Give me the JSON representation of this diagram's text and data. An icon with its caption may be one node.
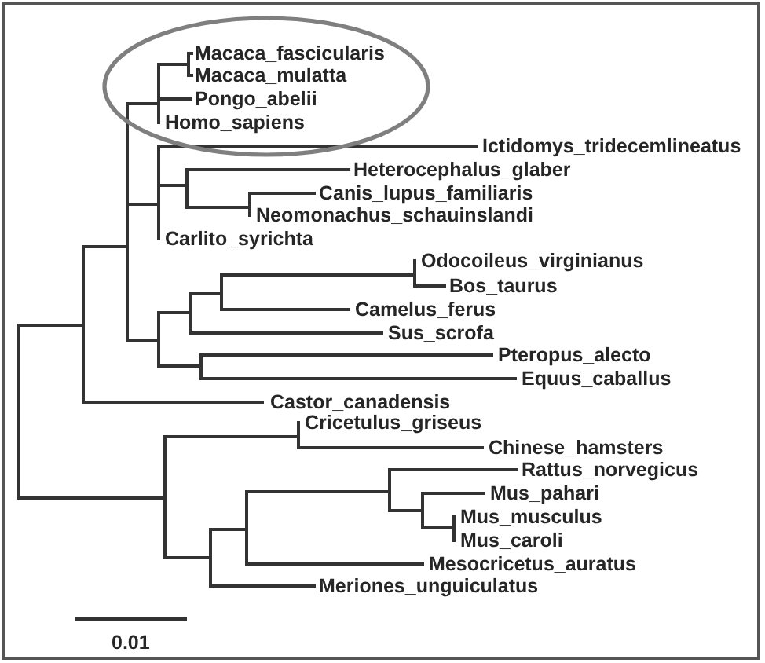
{
  "diagram": {
    "nodes": [
      {
        "text": [
          "Macaca_fascicularis",
          "Macaca_mulatta",
          "Pongo_abelii",
          "Homo_sapiens"
        ]
      }
    ],
    "labels": [
      "Ictidomys_tridecemlineatus",
      "Heterocephalus_glaber",
      "Canis_lupus_familiaris",
      "Neomonachus_schauinslandi",
      "Carlito_syrichta",
      "Odocoileus_virginianus",
      "Bos_taurus",
      "Camelus_ferus",
      "Sus_scrofa",
      "Pteropus_alecto",
      "Equus_caballus",
      "Castor_canadensis",
      "Cricetulus_griseus",
      "Chinese_hamsters",
      "Rattus_norvegicus",
      "Mus_pahari",
      "Mus_musculus",
      "Mus_caroli",
      "Mesocricetus_auratus",
      "Meriones_unguiculatus",
      "0.01"
    ]
  }
}
